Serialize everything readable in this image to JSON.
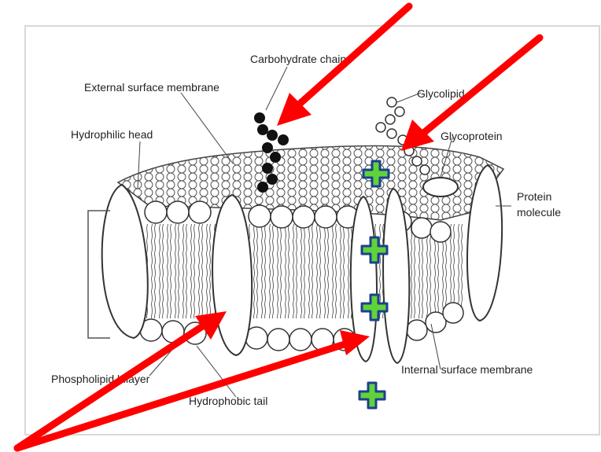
{
  "diagram": {
    "labels": {
      "carbohydrate_chain": "Carbohydrate chain",
      "external_surface_membrane": "External surface membrane",
      "glycolipid": "Glycolipid",
      "hydrophilic_head": "Hydrophilic head",
      "glycoprotein": "Glycoprotein",
      "protein_molecule_line1": "Protein",
      "protein_molecule_line2": "molecule",
      "phospholipid_bilayer": "Phospholipid bilayer",
      "hydrophobic_tail": "Hydrophobic tail",
      "internal_surface_membrane": "Internal surface membrane"
    },
    "arrows": [
      "to-carbohydrate-chain",
      "to-glycolipid",
      "to-protein-left",
      "to-protein-channel"
    ],
    "markers": [
      "plus",
      "plus",
      "plus",
      "plus"
    ]
  },
  "colors": {
    "arrow": "#ff0000",
    "marker_fill": "#5fd43a",
    "marker_border": "#1f3f8f",
    "line": "#333333"
  }
}
